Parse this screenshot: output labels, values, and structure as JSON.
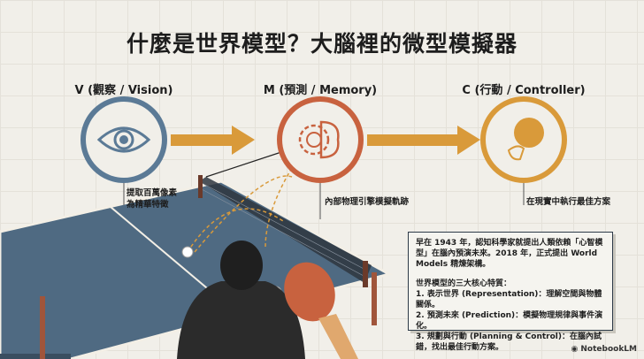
{
  "title": "什麼是世界模型？大腦裡的微型模擬器",
  "stages": [
    {
      "label": "V (觀察 / Vision)",
      "icon": "eye-icon",
      "caption": "提取百萬像素\n為精華特徵",
      "color": "#5b7a96"
    },
    {
      "label": "M (預測 / Memory)",
      "icon": "gear-brain-icon",
      "caption": "內部物理引擎模擬軌跡",
      "color": "#c8623f"
    },
    {
      "label": "C (行動 / Controller)",
      "icon": "paddle-hand-icon",
      "caption": "在現實中執行最佳方案",
      "color": "#d99a3a"
    }
  ],
  "arrow_color": "#d99a3a",
  "infobox": {
    "intro": "早在 1943 年，認知科學家就提出人類依賴「心智模型」在腦內預演未來。2018 年，正式提出 World Models 精煉架構。",
    "heading": "世界模型的三大核心特質：",
    "items": [
      "1. 表示世界 (Representation)：理解空間與物體關係。",
      "2. 預測未來 (Prediction)：模擬物理規律與事件演化。",
      "3. 規劃與行動 (Planning & Control)：在腦內試錯，找出最佳行動方案。"
    ]
  },
  "footer": "NotebookLM"
}
